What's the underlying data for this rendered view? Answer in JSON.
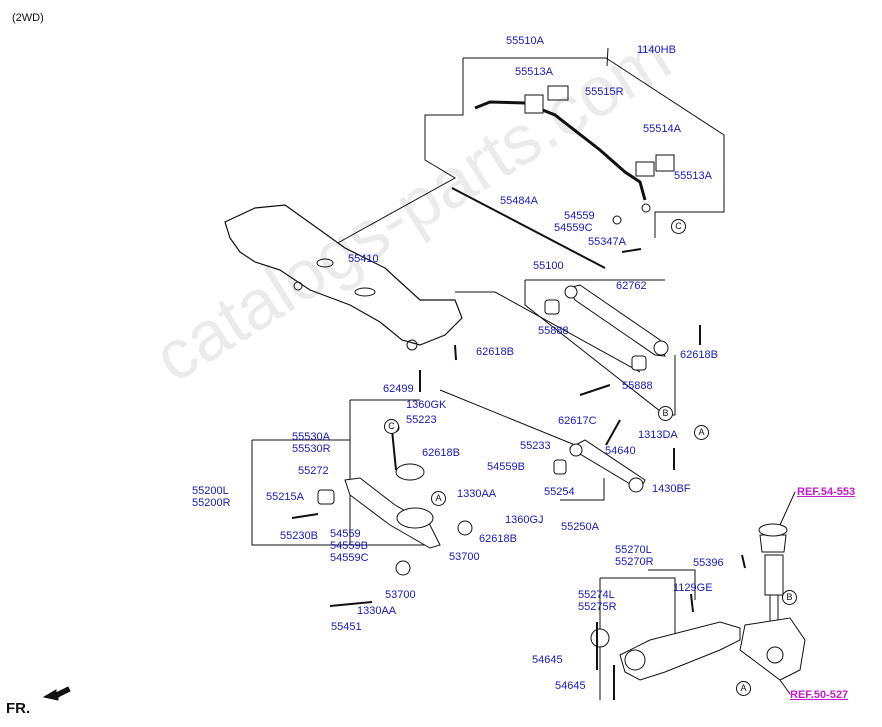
{
  "header": {
    "variant": "(2WD)"
  },
  "watermark": "catalogs-parts.com",
  "direction": {
    "label": "FR."
  },
  "refs": [
    "REF.54-553",
    "REF.50-527"
  ],
  "callouts": [
    "A",
    "B",
    "C"
  ],
  "parts": {
    "p55510A": "55510A",
    "p1140HB": "1140HB",
    "p55513A_1": "55513A",
    "p55515R": "55515R",
    "p55514A": "55514A",
    "p55513A_2": "55513A",
    "p54559": "54559",
    "p54559C": "54559C",
    "p55347A": "55347A",
    "p55484A": "55484A",
    "p55410": "55410",
    "p55100": "55100",
    "p62762": "62762",
    "p55888_1": "55888",
    "p55888_2": "55888",
    "p62618B_1": "62618B",
    "p62618B_2": "62618B",
    "p62499": "62499",
    "p62617C": "62617C",
    "p1360GK": "1360GK",
    "p55223": "55223",
    "p55530A": "55530A",
    "p55530R": "55530R",
    "p62618B_3": "62618B",
    "p55272": "55272",
    "p55233": "55233",
    "p54640": "54640",
    "p1313DA": "1313DA",
    "p54559B_1": "54559B",
    "p55254": "55254",
    "p1430BF": "1430BF",
    "p55200L": "55200L",
    "p55200R": "55200R",
    "p55215A": "55215A",
    "p1330AA_1": "1330AA",
    "p1360GJ": "1360GJ",
    "p55250A": "55250A",
    "p55230B": "55230B",
    "p54559_2": "54559",
    "p54559B_2": "54559B",
    "p54559C_2": "54559C",
    "p62618B_4": "62618B",
    "p53700_1": "53700",
    "p53700_2": "53700",
    "p1330AA_2": "1330AA",
    "p55451": "55451",
    "p55270L": "55270L",
    "p55270R": "55270R",
    "p55396": "55396",
    "p55274L": "55274L",
    "p55275R": "55275R",
    "p1129GE": "1129GE",
    "p54645_1": "54645",
    "p54645_2": "54645"
  }
}
